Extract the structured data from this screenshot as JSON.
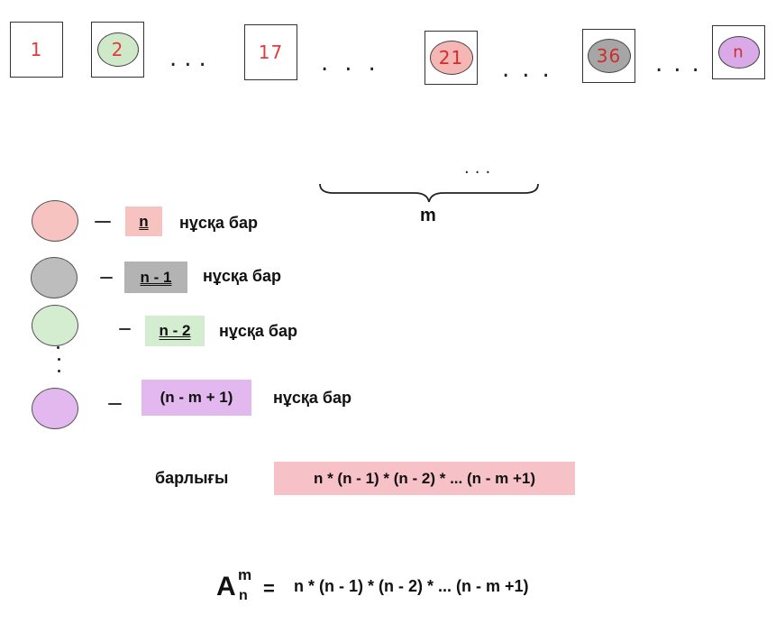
{
  "boxes": [
    {
      "label": "1",
      "fill": "#ffffff",
      "text_color": "#e23b3b"
    },
    {
      "label": "2",
      "fill": "#cfe8c8",
      "text_color": "#e23b3b"
    },
    {
      "label": "17",
      "fill": "#ffffff",
      "text_color": "#e23b3b"
    },
    {
      "label": "21",
      "fill": "#f5b7b4",
      "text_color": "#d02c2c"
    },
    {
      "label": "36",
      "fill": "#a6a6a6",
      "text_color": "#d02c2c"
    },
    {
      "label": "n",
      "fill": "#d9a9e8",
      "text_color": "#d02c2c"
    }
  ],
  "ellipsis": "...",
  "brace_dots": "...",
  "brace_label": "m",
  "rows": [
    {
      "color": "#f7c3c1",
      "expr": "n",
      "chip_color": "#f7c3c1",
      "suffix": "нұсқа бар"
    },
    {
      "color": "#bdbdbd",
      "expr": "n - 1",
      "chip_color": "#b3b3b3",
      "suffix": "нұсқа бар"
    },
    {
      "color": "#d4ecd0",
      "expr": "n - 2",
      "chip_color": "#d4ecd0",
      "suffix": "нұсқа бар"
    },
    {
      "color": "#e2b8ee",
      "expr": "(n - m + 1)",
      "chip_color": "#e2b8ee",
      "suffix": "нұсқа бар"
    }
  ],
  "total": {
    "label": "барлығы",
    "expr": "n * (n - 1) * (n - 2) * ... (n - m +1)",
    "chip_color": "#f7c1c8"
  },
  "arrangement": {
    "symbol": "A",
    "superscript": "m",
    "subscript": "n",
    "equals": "=",
    "expr": "n * (n - 1) * (n - 2) * ... (n - m +1)"
  }
}
